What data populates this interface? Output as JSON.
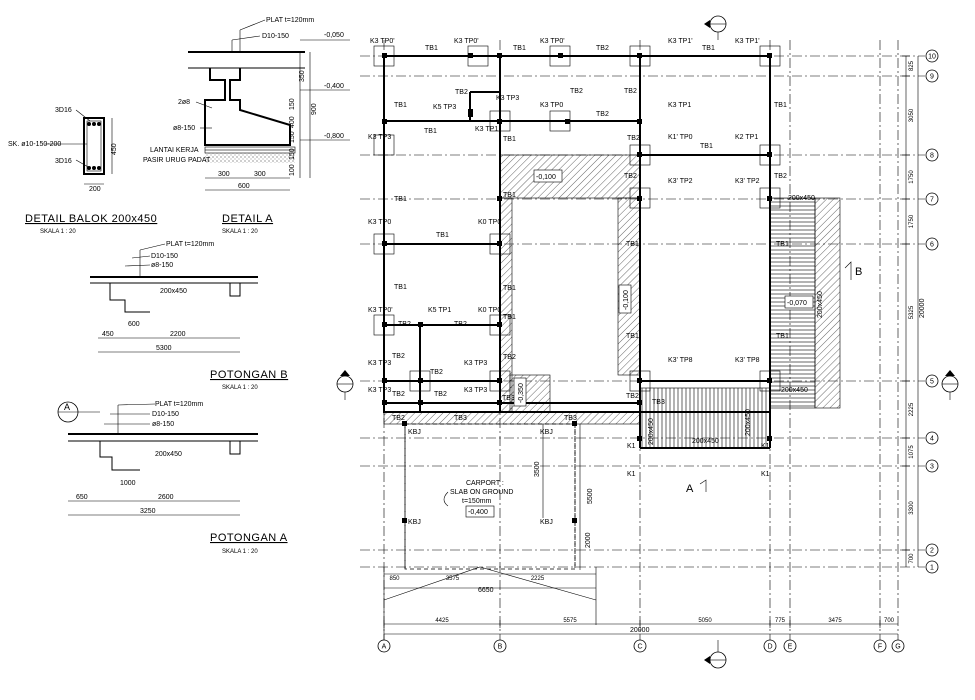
{
  "details": {
    "column_section": {
      "top_rebar": "3D16",
      "stirrup": "SK. ø10-150-200",
      "bottom_rebar": "3D16",
      "height": "450",
      "width": "200"
    },
    "footing_section": {
      "plate": "PLAT t=120mm",
      "d10": "D10-150",
      "rebar_2d8": "2ø8",
      "stirrup_8": "ø8-150",
      "lantai_kerja": "LANTAI KERJA",
      "pasir": "PASIR URUG PADAT",
      "elev_1": "-0,050",
      "elev_2": "-0,400",
      "elev_3": "-0,800",
      "dim_350": "350",
      "dim_900": "900",
      "dim_150a": "150",
      "dim_400": "400",
      "dim_150b": "150",
      "dim_150c": "150",
      "dim_100": "100",
      "dim_300a": "300",
      "dim_300b": "300",
      "dim_600": "600"
    },
    "title_balok": "DETAIL BALOK 200x450",
    "scale_balok": "SKALA 1 : 20",
    "title_a": "DETAIL A",
    "scale_a": "SKALA 1 : 20",
    "potongan_b": {
      "plate": "PLAT t=120mm",
      "d10": "D10-150",
      "stirrup_8": "ø8-150",
      "beam": "200x450",
      "dim_600": "600",
      "dim_450": "450",
      "dim_2200": "2200",
      "dim_5300": "5300",
      "title": "POTONGAN B",
      "scale": "SKALA 1 : 20"
    },
    "potongan_a": {
      "marker": "A",
      "plate": "PLAT t=120mm",
      "d10": "D10-150",
      "stirrup_8": "ø8-150",
      "beam": "200x450",
      "dim_1000": "1000",
      "dim_650": "650",
      "dim_2600": "2600",
      "dim_3250": "3250",
      "title": "POTONGAN A",
      "scale": "SKALA 1 : 20"
    }
  },
  "plan": {
    "grid_right": [
      "10",
      "9",
      "8",
      "7",
      "6",
      "5",
      "4",
      "3",
      "2",
      "1"
    ],
    "grid_bottom": [
      "A",
      "B",
      "C",
      "D",
      "E",
      "F",
      "G"
    ],
    "dims_right": [
      "825",
      "3050",
      "1750",
      "1750",
      "5325",
      "2225",
      "1075",
      "3300",
      "700"
    ],
    "dim_right_total": "20000",
    "dims_bottom": [
      "4425",
      "5575",
      "5050",
      "775",
      "3475",
      "700"
    ],
    "dim_bottom_total": "20000",
    "dims_carport_a": [
      "850",
      "3575",
      "2225"
    ],
    "dim_carport_b": "6650",
    "dim_3500": "3500",
    "dim_5500": "5500",
    "dim_2000": "2000",
    "carport_label": "CARPORT :",
    "carport_slab": "SLAB ON GROUND",
    "carport_thick": "t=150mm",
    "carport_elev": "-0,400",
    "slab_elev_1": "-0,100",
    "slab_elev_2": "-0,100",
    "slab_elev_3": "-0,070",
    "slab_elev_4": "-0,350",
    "beam_200x450_a": "200x450",
    "beam_200x450_b": "200x450",
    "beam_200x450_c": "200x450",
    "beam_200x450_d": "200x450",
    "beam_200x450_e": "200x450",
    "beam_200x450_f": "200x450",
    "section_a": "A",
    "section_b": "B",
    "labels": [
      "K3 TP0'",
      "TB1",
      "K3 TP0'",
      "TB1",
      "K3 TP0'",
      "TB2",
      "K3 TP1'",
      "TB1",
      "K3 TP1'",
      "TB1",
      "TB2",
      "K5 TP3",
      "K3 TP3",
      "K3 TP0",
      "TB2",
      "TB2",
      "K3 TP1",
      "TB2",
      "K3 TP1",
      "TB1",
      "K3 TP3",
      "TB1",
      "K1' TP0",
      "TB1",
      "K2 TP1",
      "TB1",
      "TB2",
      "TB2",
      "K3' TP2",
      "K3' TP2",
      "TB2",
      "TB1",
      "TB1",
      "K3 TP0",
      "TB1",
      "K0 TP0",
      "TB1",
      "TB1",
      "TB1",
      "TB1",
      "TB1",
      "TB1",
      "K3 TP0'",
      "TB2",
      "K5 TP1",
      "TB2",
      "K0 TP0",
      "TB1",
      "TB2",
      "TB2",
      "TB2",
      "K3 TP3",
      "K3 TP3",
      "K3' TP8",
      "K3' TP8",
      "K3 TP3",
      "TB2",
      "TB2",
      "K3 TP3",
      "TB2",
      "TB3",
      "TB2",
      "TB3",
      "KBJ",
      "KBJ",
      "TB3",
      "TB3",
      "K1",
      "K1",
      "K1",
      "K1",
      "KBJ",
      "KBJ"
    ]
  }
}
